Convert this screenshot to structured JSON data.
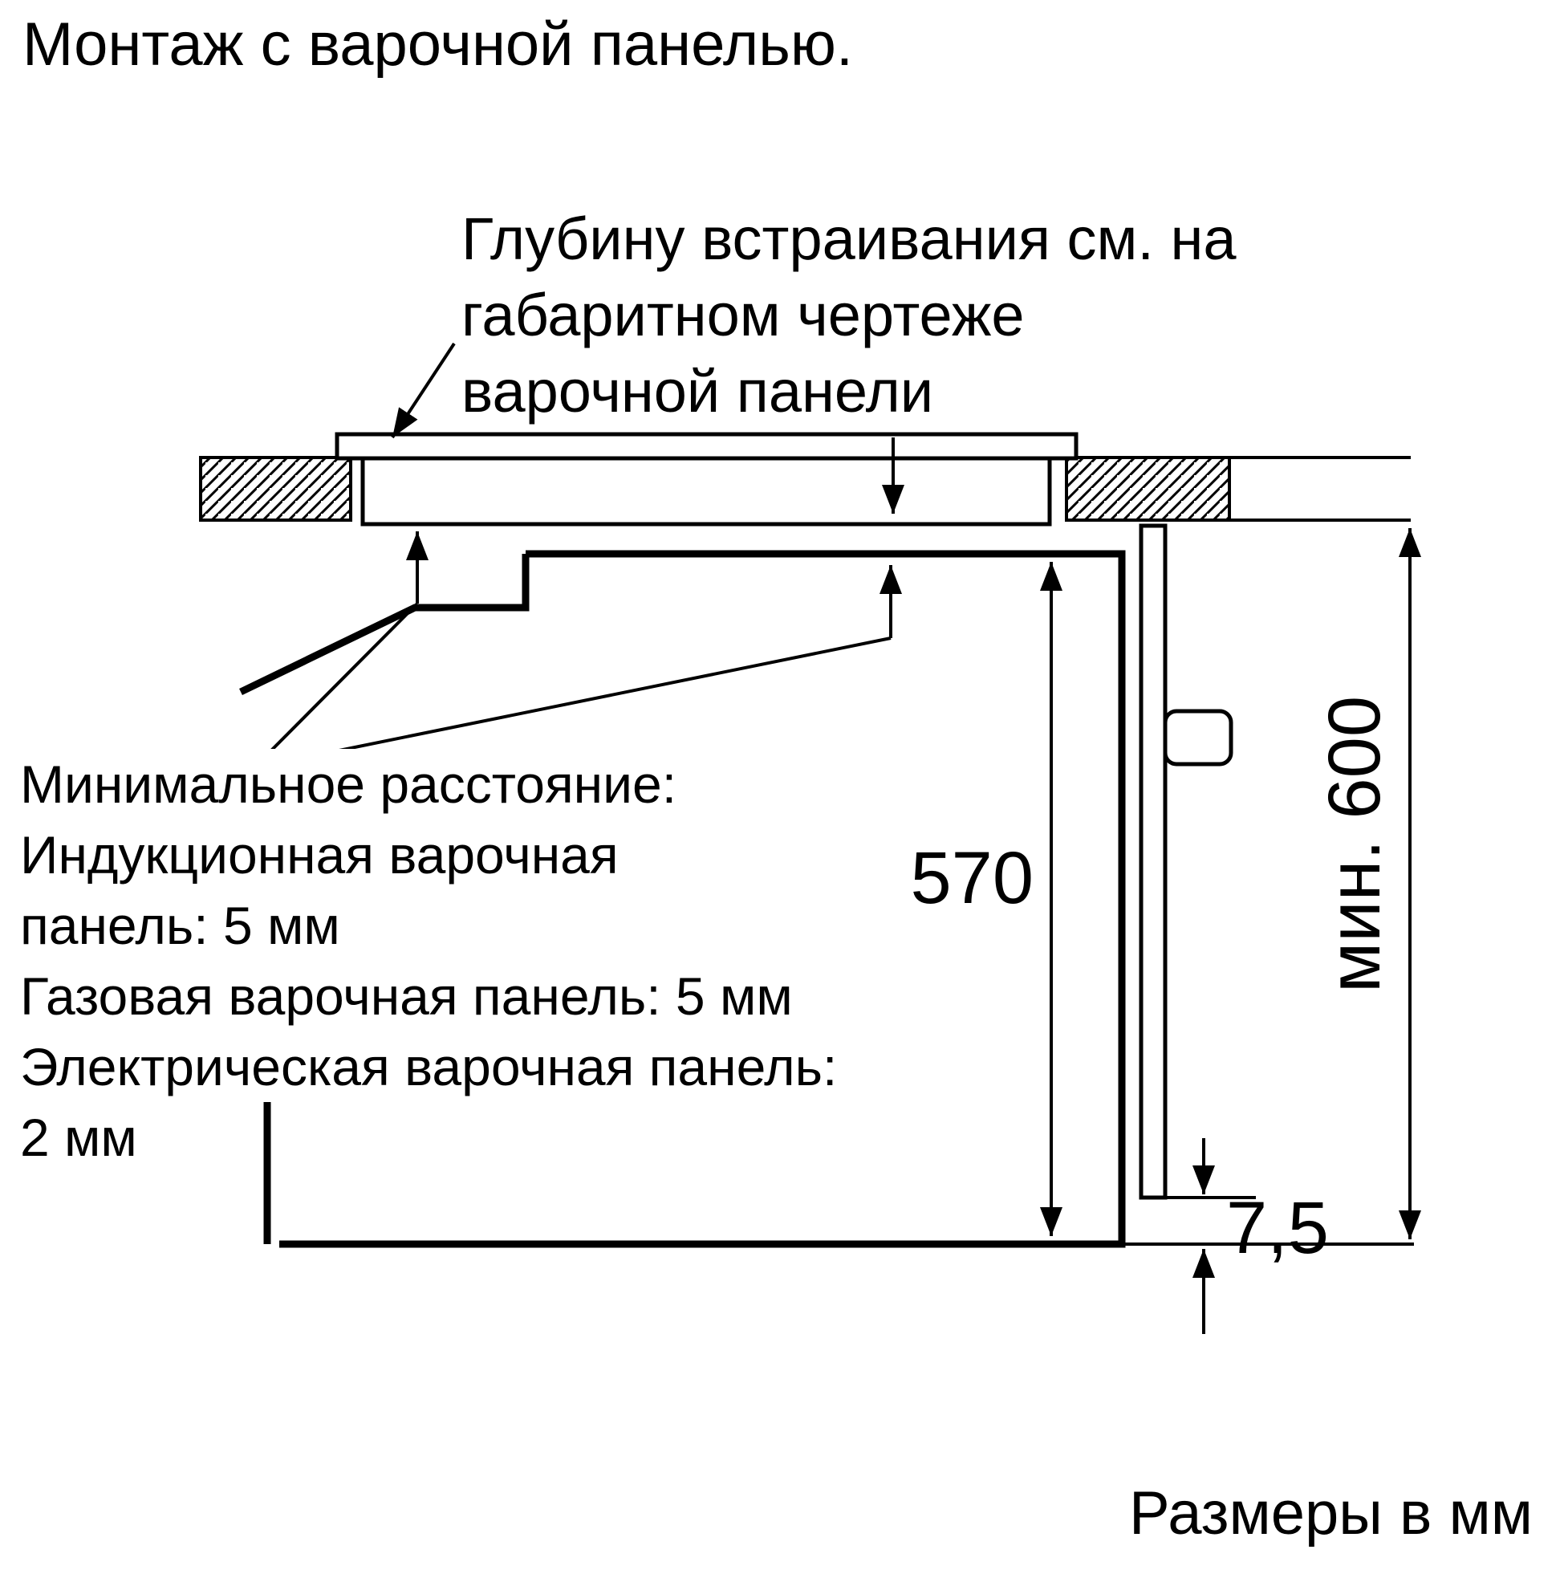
{
  "title": "Монтаж с варочной панелью.",
  "annotation": {
    "lines": [
      "Глубину встраивания см. на",
      "габаритном чертеже",
      "варочной панели"
    ]
  },
  "note": {
    "lines": [
      "Минимальное расстояние:",
      "Индукционная варочная",
      "панель: 5 мм",
      "Газовая варочная панель: 5 мм",
      "Электрическая варочная панель:",
      "2 мм"
    ]
  },
  "dimensions": {
    "oven_height_mm": "570",
    "niche_min_height": "мин. 600",
    "bottom_gap_mm": "7,5"
  },
  "footer": "Размеры в мм",
  "colors": {
    "line": "#000000",
    "background": "#ffffff"
  }
}
